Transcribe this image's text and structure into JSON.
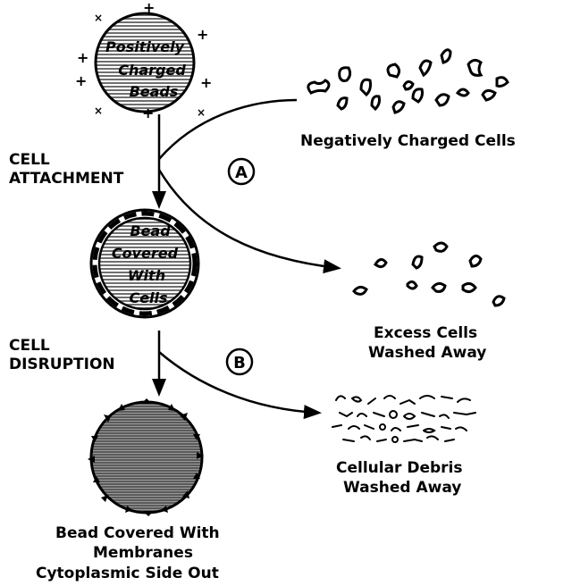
{
  "steps": {
    "attachment_line1": "CELL",
    "attachment_line2": "ATTACHMENT",
    "disruption_line1": "CELL",
    "disruption_line2": "DISRUPTION"
  },
  "beads": {
    "top_line1": "Positively",
    "top_line2": "Charged",
    "top_line3": "Beads",
    "middle_line1": "Bead",
    "middle_line2": "Covered",
    "middle_line3": "With",
    "middle_line4": "Cells"
  },
  "captions": {
    "negative_cells": "Negatively Charged Cells",
    "excess_line1": "Excess Cells",
    "excess_line2": "Washed Away",
    "debris_line1": "Cellular Debris",
    "debris_line2": "Washed Away",
    "final_line1": "Bead Covered With",
    "final_line2": "Membranes",
    "final_line3": "Cytoplasmic Side Out"
  },
  "markers": {
    "a": "A",
    "b": "B"
  },
  "colors": {
    "ink": "#000000",
    "bead_fill": "#8a8a8a",
    "background": "#ffffff"
  }
}
